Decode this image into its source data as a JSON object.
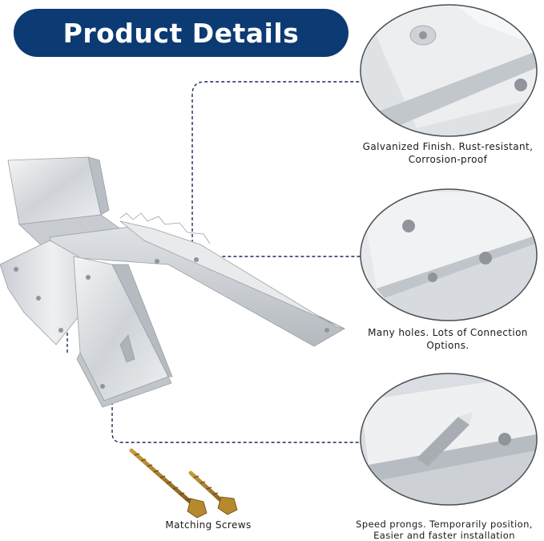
{
  "title": "Product Details",
  "colors": {
    "banner": "#0c3a73",
    "banner_text": "#ffffff",
    "dashed_lines": "#1b2a5a",
    "metal_light": "#e4e7ea",
    "metal_dark": "#a9aeb4"
  },
  "callouts": [
    {
      "lines": [
        "Galvanized Finish. Rust-resistant,",
        "Corrosion-proof"
      ]
    },
    {
      "lines": [
        "Many holes.  Lots of Connection",
        "Options."
      ]
    },
    {
      "lines": [
        "Speed prongs. Temporarily position,",
        "Easier and faster installation"
      ]
    }
  ],
  "screws_caption": "Matching Screws"
}
